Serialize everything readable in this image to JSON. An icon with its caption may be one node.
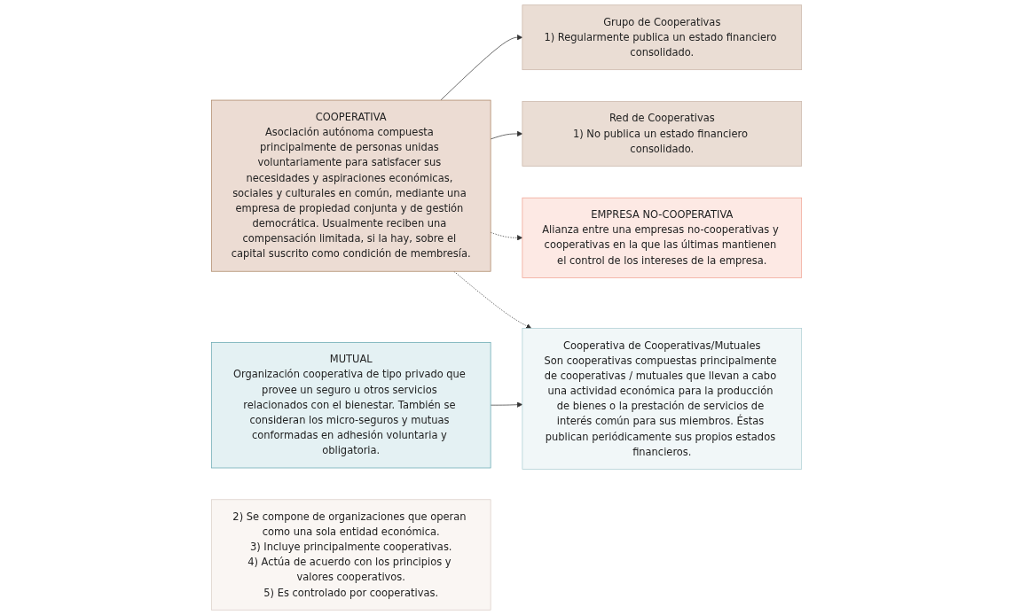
{
  "diagram": {
    "nodes": [
      {
        "text": [
          "COOPERATIVA",
          "Asociación autónoma compuesta principalmente de personas unidas voluntariamente para satisfacer sus necesidades y aspiraciones económicas, sociales y culturales en común, mediante una empresa de propiedad conjunta y de gestión democrática. Usualmente reciben una compensación limitada, si la hay, sobre el capital suscrito como condición de membresía."
        ]
      },
      {
        "text": [
          "EMPRESA NO-COOPERATIVA",
          "Alianza entre una empresas no-cooperativas y cooperativas en la que las últimas mantienen el control de los intereses de la empresa."
        ]
      },
      {
        "text": [
          "MUTUAL",
          "Organización cooperativa de tipo privado que provee un seguro u otros servicios relacionados con el bienestar. También se consideran los micro-seguros y mutuas conformadas en adhesión voluntaria y obligatoria."
        ]
      },
      {
        "text": [
          "Grupo de Cooperativas",
          "1) Regularmente publica un estado financiero consolidado."
        ]
      },
      {
        "text": [
          "Red de Cooperativas",
          "1) No publica un estado financiero consolidado."
        ]
      },
      {
        "text": [
          "2) Se compone de organizaciones que operan como una sola entidad económica.",
          "3) Incluye principalmente cooperativas.",
          "4) Actúa de acuerdo con los principios y valores cooperativos.",
          "5) Es controlado por cooperativas."
        ]
      },
      {
        "text": [
          "Cooperativa de Cooperativas/Mutuales",
          "Son cooperativas compuestas principalmente de cooperativas / mutuales que llevan a cabo una actividad económica para la producción de bienes o la prestación de servicios de interés común para sus miembros. Éstas publican periódicamente sus propios estados financieros."
        ]
      }
    ],
    "edges": [
      {
        "from": 0,
        "to": 3,
        "arrow": "to"
      },
      {
        "from": 0,
        "to": 4,
        "arrow": "to"
      },
      {
        "from": 0,
        "to": 1,
        "arrow": "to",
        "style": "dashed"
      },
      {
        "from": 0,
        "to": 6,
        "arrow": "to",
        "style": "dashed"
      },
      {
        "from": 2,
        "to": 6,
        "arrow": "to"
      }
    ]
  }
}
